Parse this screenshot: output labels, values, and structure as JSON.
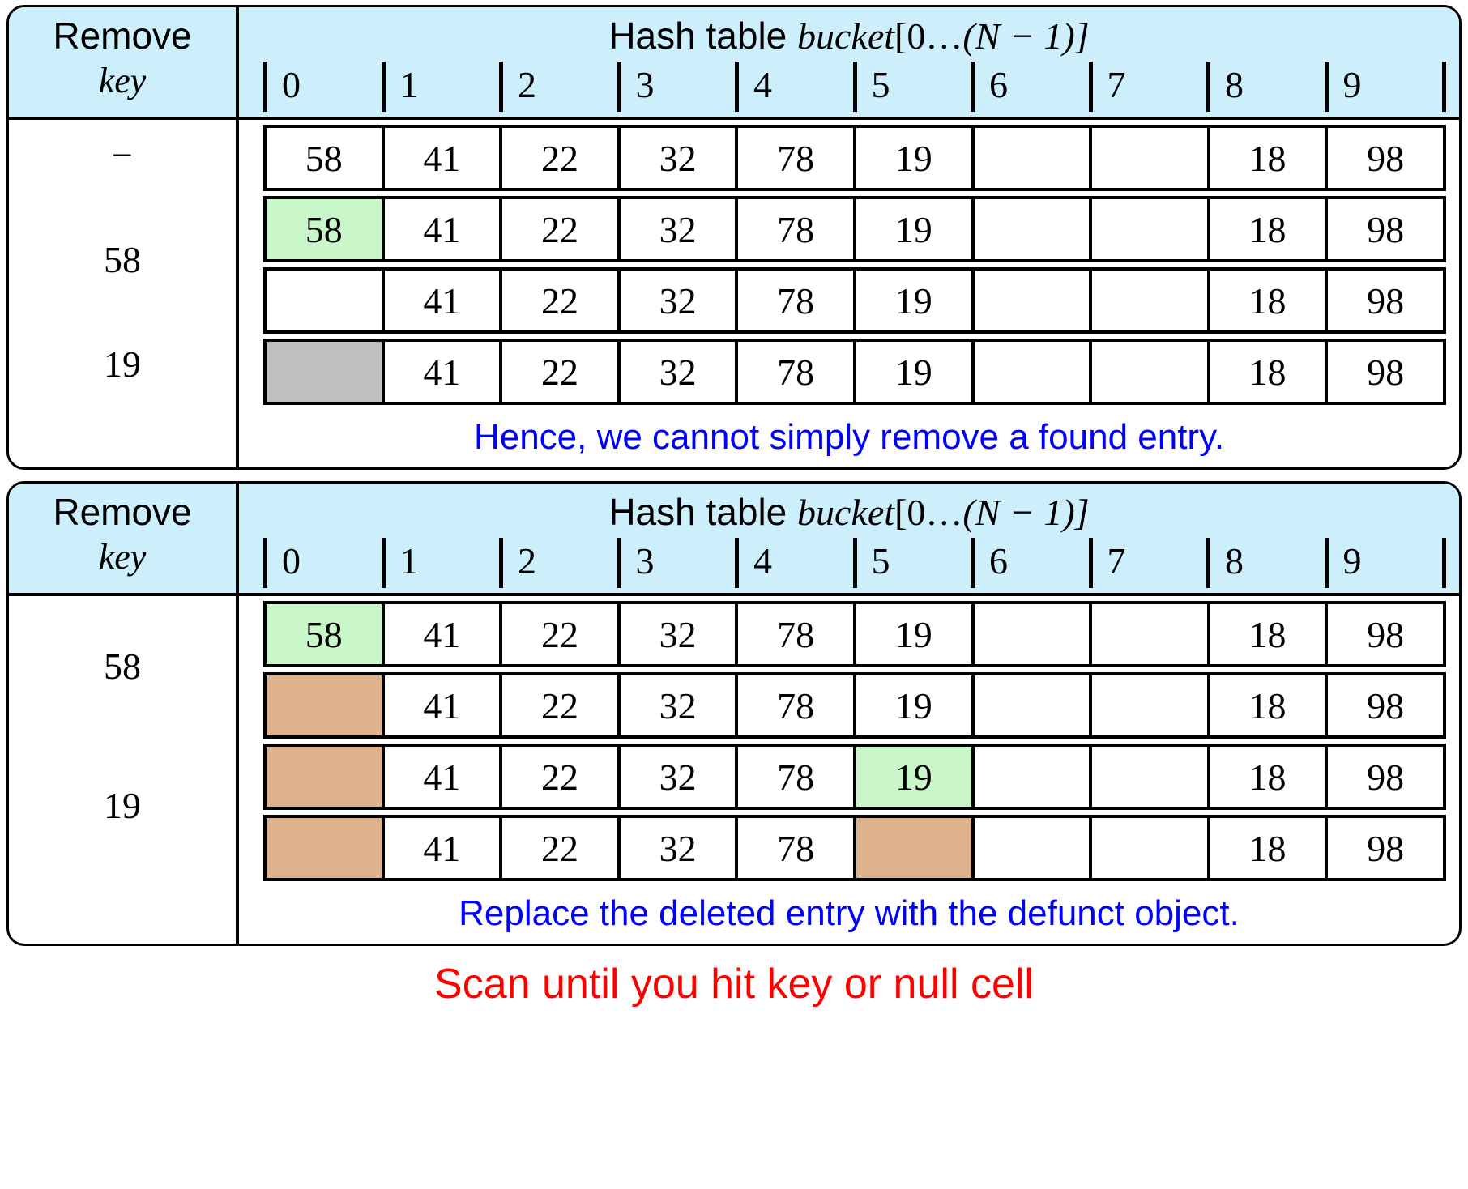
{
  "colors": {
    "header_bg": "#cdeefb",
    "highlight_found": "#c9f7c9",
    "null_cell": "#bfbfbf",
    "defunct_cell": "#ddb28d",
    "caption_blue": "#0000ff",
    "footer_red": "#ff0000",
    "border": "#000000"
  },
  "panels": [
    {
      "header": {
        "key_label_line1": "Remove",
        "key_label_line2": "key",
        "title_prefix": "Hash table ",
        "title_math_var": "bucket",
        "title_math_range_open": "[0",
        "title_math_dots": "…",
        "title_math_tail": "(N − 1)]",
        "indices": [
          "0",
          "1",
          "2",
          "3",
          "4",
          "5",
          "6",
          "7",
          "8",
          "9"
        ]
      },
      "rows": [
        {
          "key": "−",
          "key_rowspan": 1,
          "cells": [
            {
              "value": "58",
              "state": "normal"
            },
            {
              "value": "41",
              "state": "normal"
            },
            {
              "value": "22",
              "state": "normal"
            },
            {
              "value": "32",
              "state": "normal"
            },
            {
              "value": "78",
              "state": "normal"
            },
            {
              "value": "19",
              "state": "normal"
            },
            {
              "value": "",
              "state": "normal"
            },
            {
              "value": "",
              "state": "normal"
            },
            {
              "value": "18",
              "state": "normal"
            },
            {
              "value": "98",
              "state": "normal"
            }
          ]
        },
        {
          "key": "58",
          "key_rowspan": 2,
          "cells": [
            {
              "value": "58",
              "state": "found"
            },
            {
              "value": "41",
              "state": "normal"
            },
            {
              "value": "22",
              "state": "normal"
            },
            {
              "value": "32",
              "state": "normal"
            },
            {
              "value": "78",
              "state": "normal"
            },
            {
              "value": "19",
              "state": "normal"
            },
            {
              "value": "",
              "state": "normal"
            },
            {
              "value": "",
              "state": "normal"
            },
            {
              "value": "18",
              "state": "normal"
            },
            {
              "value": "98",
              "state": "normal"
            }
          ]
        },
        {
          "key": "",
          "key_rowspan": 0,
          "cells": [
            {
              "value": "",
              "state": "normal"
            },
            {
              "value": "41",
              "state": "normal"
            },
            {
              "value": "22",
              "state": "normal"
            },
            {
              "value": "32",
              "state": "normal"
            },
            {
              "value": "78",
              "state": "normal"
            },
            {
              "value": "19",
              "state": "normal"
            },
            {
              "value": "",
              "state": "normal"
            },
            {
              "value": "",
              "state": "normal"
            },
            {
              "value": "18",
              "state": "normal"
            },
            {
              "value": "98",
              "state": "normal"
            }
          ]
        },
        {
          "key": "19",
          "key_rowspan": 1,
          "cells": [
            {
              "value": "",
              "state": "null"
            },
            {
              "value": "41",
              "state": "normal"
            },
            {
              "value": "22",
              "state": "normal"
            },
            {
              "value": "32",
              "state": "normal"
            },
            {
              "value": "78",
              "state": "normal"
            },
            {
              "value": "19",
              "state": "normal"
            },
            {
              "value": "",
              "state": "normal"
            },
            {
              "value": "",
              "state": "normal"
            },
            {
              "value": "18",
              "state": "normal"
            },
            {
              "value": "98",
              "state": "normal"
            }
          ]
        }
      ],
      "caption": "Hence, we cannot simply remove a found entry."
    },
    {
      "header": {
        "key_label_line1": "Remove",
        "key_label_line2": "key",
        "title_prefix": "Hash table ",
        "title_math_var": "bucket",
        "title_math_range_open": "[0",
        "title_math_dots": "…",
        "title_math_tail": "(N − 1)]",
        "indices": [
          "0",
          "1",
          "2",
          "3",
          "4",
          "5",
          "6",
          "7",
          "8",
          "9"
        ]
      },
      "rows": [
        {
          "key": "58",
          "key_rowspan": 1,
          "cells": [
            {
              "value": "58",
              "state": "found"
            },
            {
              "value": "41",
              "state": "normal"
            },
            {
              "value": "22",
              "state": "normal"
            },
            {
              "value": "32",
              "state": "normal"
            },
            {
              "value": "78",
              "state": "normal"
            },
            {
              "value": "19",
              "state": "normal"
            },
            {
              "value": "",
              "state": "normal"
            },
            {
              "value": "",
              "state": "normal"
            },
            {
              "value": "18",
              "state": "normal"
            },
            {
              "value": "98",
              "state": "normal"
            }
          ]
        },
        {
          "key": "",
          "key_rowspan": 0,
          "cells": [
            {
              "value": "",
              "state": "defunct"
            },
            {
              "value": "41",
              "state": "normal"
            },
            {
              "value": "22",
              "state": "normal"
            },
            {
              "value": "32",
              "state": "normal"
            },
            {
              "value": "78",
              "state": "normal"
            },
            {
              "value": "19",
              "state": "normal"
            },
            {
              "value": "",
              "state": "normal"
            },
            {
              "value": "",
              "state": "normal"
            },
            {
              "value": "18",
              "state": "normal"
            },
            {
              "value": "98",
              "state": "normal"
            }
          ]
        },
        {
          "key": "19",
          "key_rowspan": 2,
          "cells": [
            {
              "value": "",
              "state": "defunct"
            },
            {
              "value": "41",
              "state": "normal"
            },
            {
              "value": "22",
              "state": "normal"
            },
            {
              "value": "32",
              "state": "normal"
            },
            {
              "value": "78",
              "state": "normal"
            },
            {
              "value": "19",
              "state": "found"
            },
            {
              "value": "",
              "state": "normal"
            },
            {
              "value": "",
              "state": "normal"
            },
            {
              "value": "18",
              "state": "normal"
            },
            {
              "value": "98",
              "state": "normal"
            }
          ]
        },
        {
          "key": "",
          "key_rowspan": 0,
          "cells": [
            {
              "value": "",
              "state": "defunct"
            },
            {
              "value": "41",
              "state": "normal"
            },
            {
              "value": "22",
              "state": "normal"
            },
            {
              "value": "32",
              "state": "normal"
            },
            {
              "value": "78",
              "state": "normal"
            },
            {
              "value": "",
              "state": "defunct"
            },
            {
              "value": "",
              "state": "normal"
            },
            {
              "value": "",
              "state": "normal"
            },
            {
              "value": "18",
              "state": "normal"
            },
            {
              "value": "98",
              "state": "normal"
            }
          ]
        }
      ],
      "caption": "Replace the deleted entry with the defunct object."
    }
  ],
  "footer": {
    "note": "Scan until you hit key or null cell"
  }
}
